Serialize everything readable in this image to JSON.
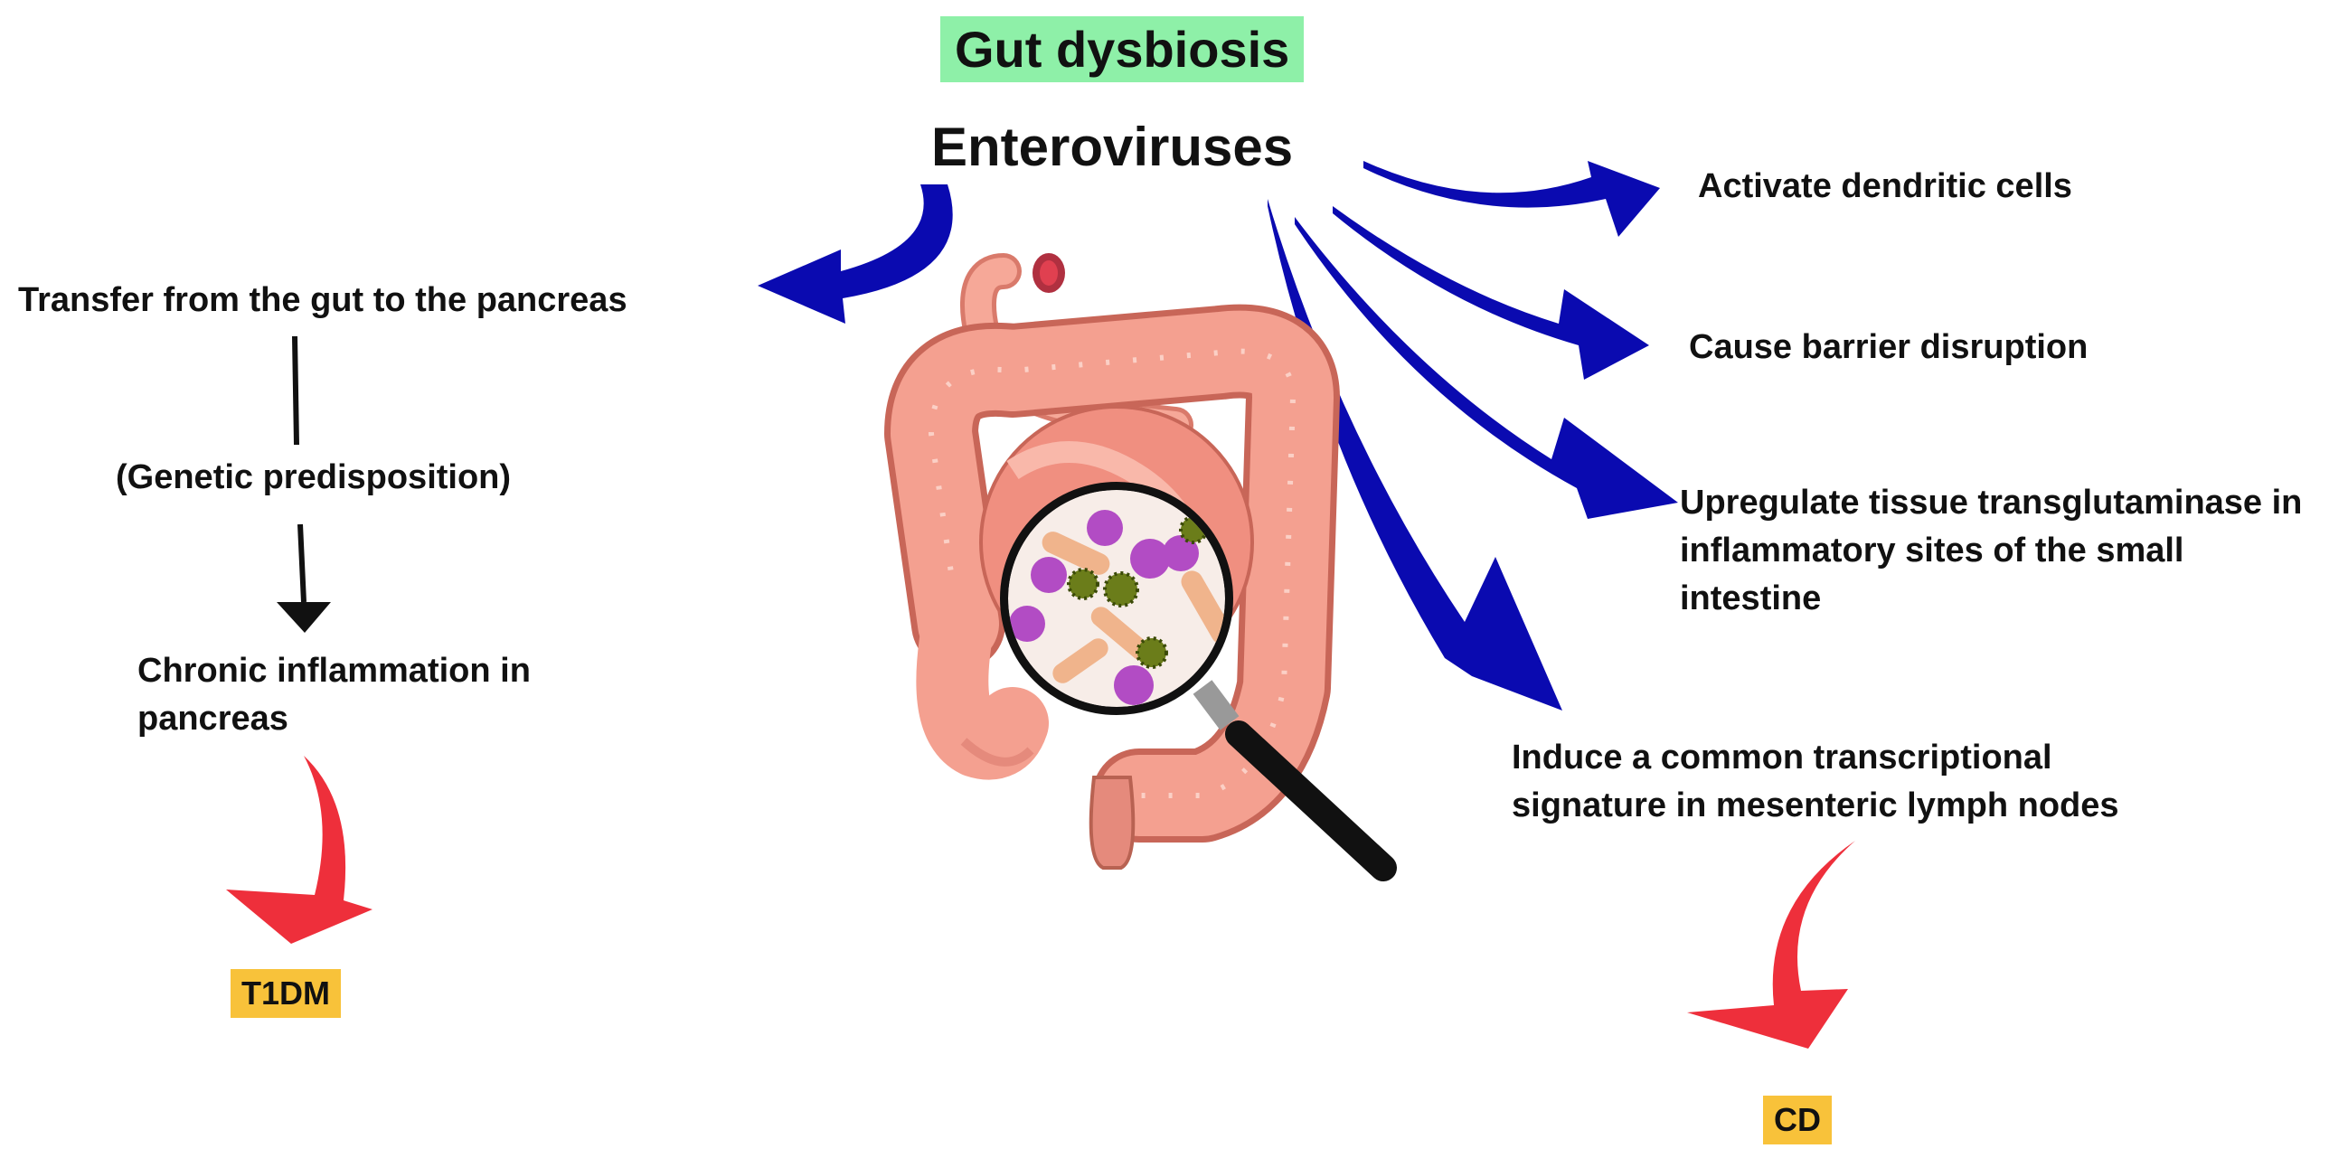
{
  "title": {
    "text": "Gut dysbiosis",
    "bg": "#8ef0a8"
  },
  "cause": "Enteroviruses",
  "left_pathway": {
    "step1": "Transfer from the gut to the pancreas",
    "step2": "(Genetic predisposition)",
    "step3_lines": [
      "Chronic inflammation in",
      "pancreas"
    ],
    "outcome": "T1DM"
  },
  "right_effects": {
    "e1": "Activate dendritic cells",
    "e2": "Cause barrier disruption",
    "e3_lines": [
      "Upregulate tissue transglutaminase in",
      "inflammatory sites of the small",
      "intestine"
    ],
    "e4_lines": [
      "Induce a common transcriptional",
      "signature in mesenteric lymph nodes"
    ],
    "outcome": "CD"
  },
  "colors": {
    "blue_arrow": "#0a0ab0",
    "red_arrow": "#ee2f3b",
    "outcome_bg": "#f8c23a",
    "title_bg": "#8ef0a8"
  },
  "illustration": "intestine with magnifying glass showing microbes"
}
